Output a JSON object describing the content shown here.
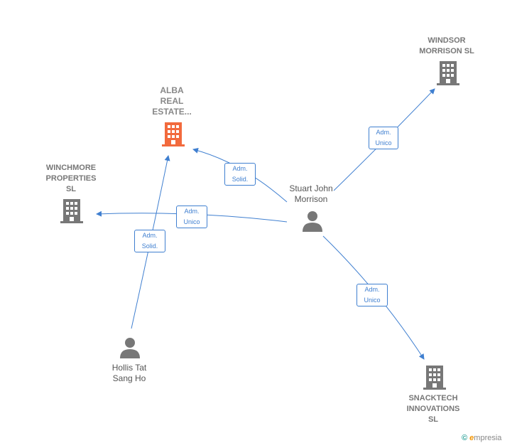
{
  "nodes": {
    "alba": {
      "label": "ALBA\nREAL\nESTATE...",
      "kind": "company",
      "highlight": true
    },
    "windsor": {
      "label": "WINDSOR\nMORRISON  SL",
      "kind": "company"
    },
    "winchmore": {
      "label": "WINCHMORE\nPROPERTIES\nSL",
      "kind": "company"
    },
    "snacktech": {
      "label": "SNACKTECH\nINNOVATIONS\nSL",
      "kind": "company"
    },
    "stuart": {
      "label": "Stuart John\nMorrison",
      "kind": "person"
    },
    "hollis": {
      "label": "Hollis Tat\nSang Ho",
      "kind": "person"
    }
  },
  "edges": [
    {
      "from": "stuart",
      "to": "alba",
      "label": "Adm.\nSolid."
    },
    {
      "from": "stuart",
      "to": "windsor",
      "label": "Adm.\nUnico"
    },
    {
      "from": "stuart",
      "to": "winchmore",
      "label": "Adm.\nUnico"
    },
    {
      "from": "stuart",
      "to": "snacktech",
      "label": "Adm.\nUnico"
    },
    {
      "from": "hollis",
      "to": "alba",
      "label": "Adm.\nSolid."
    }
  ],
  "colors": {
    "edge": "#3f7fd0",
    "company_icon": "#777777",
    "highlight_icon": "#f26a3d",
    "person_icon": "#777777"
  },
  "brand": {
    "copyright": "©",
    "name": "mpresia",
    "initial": "e"
  }
}
